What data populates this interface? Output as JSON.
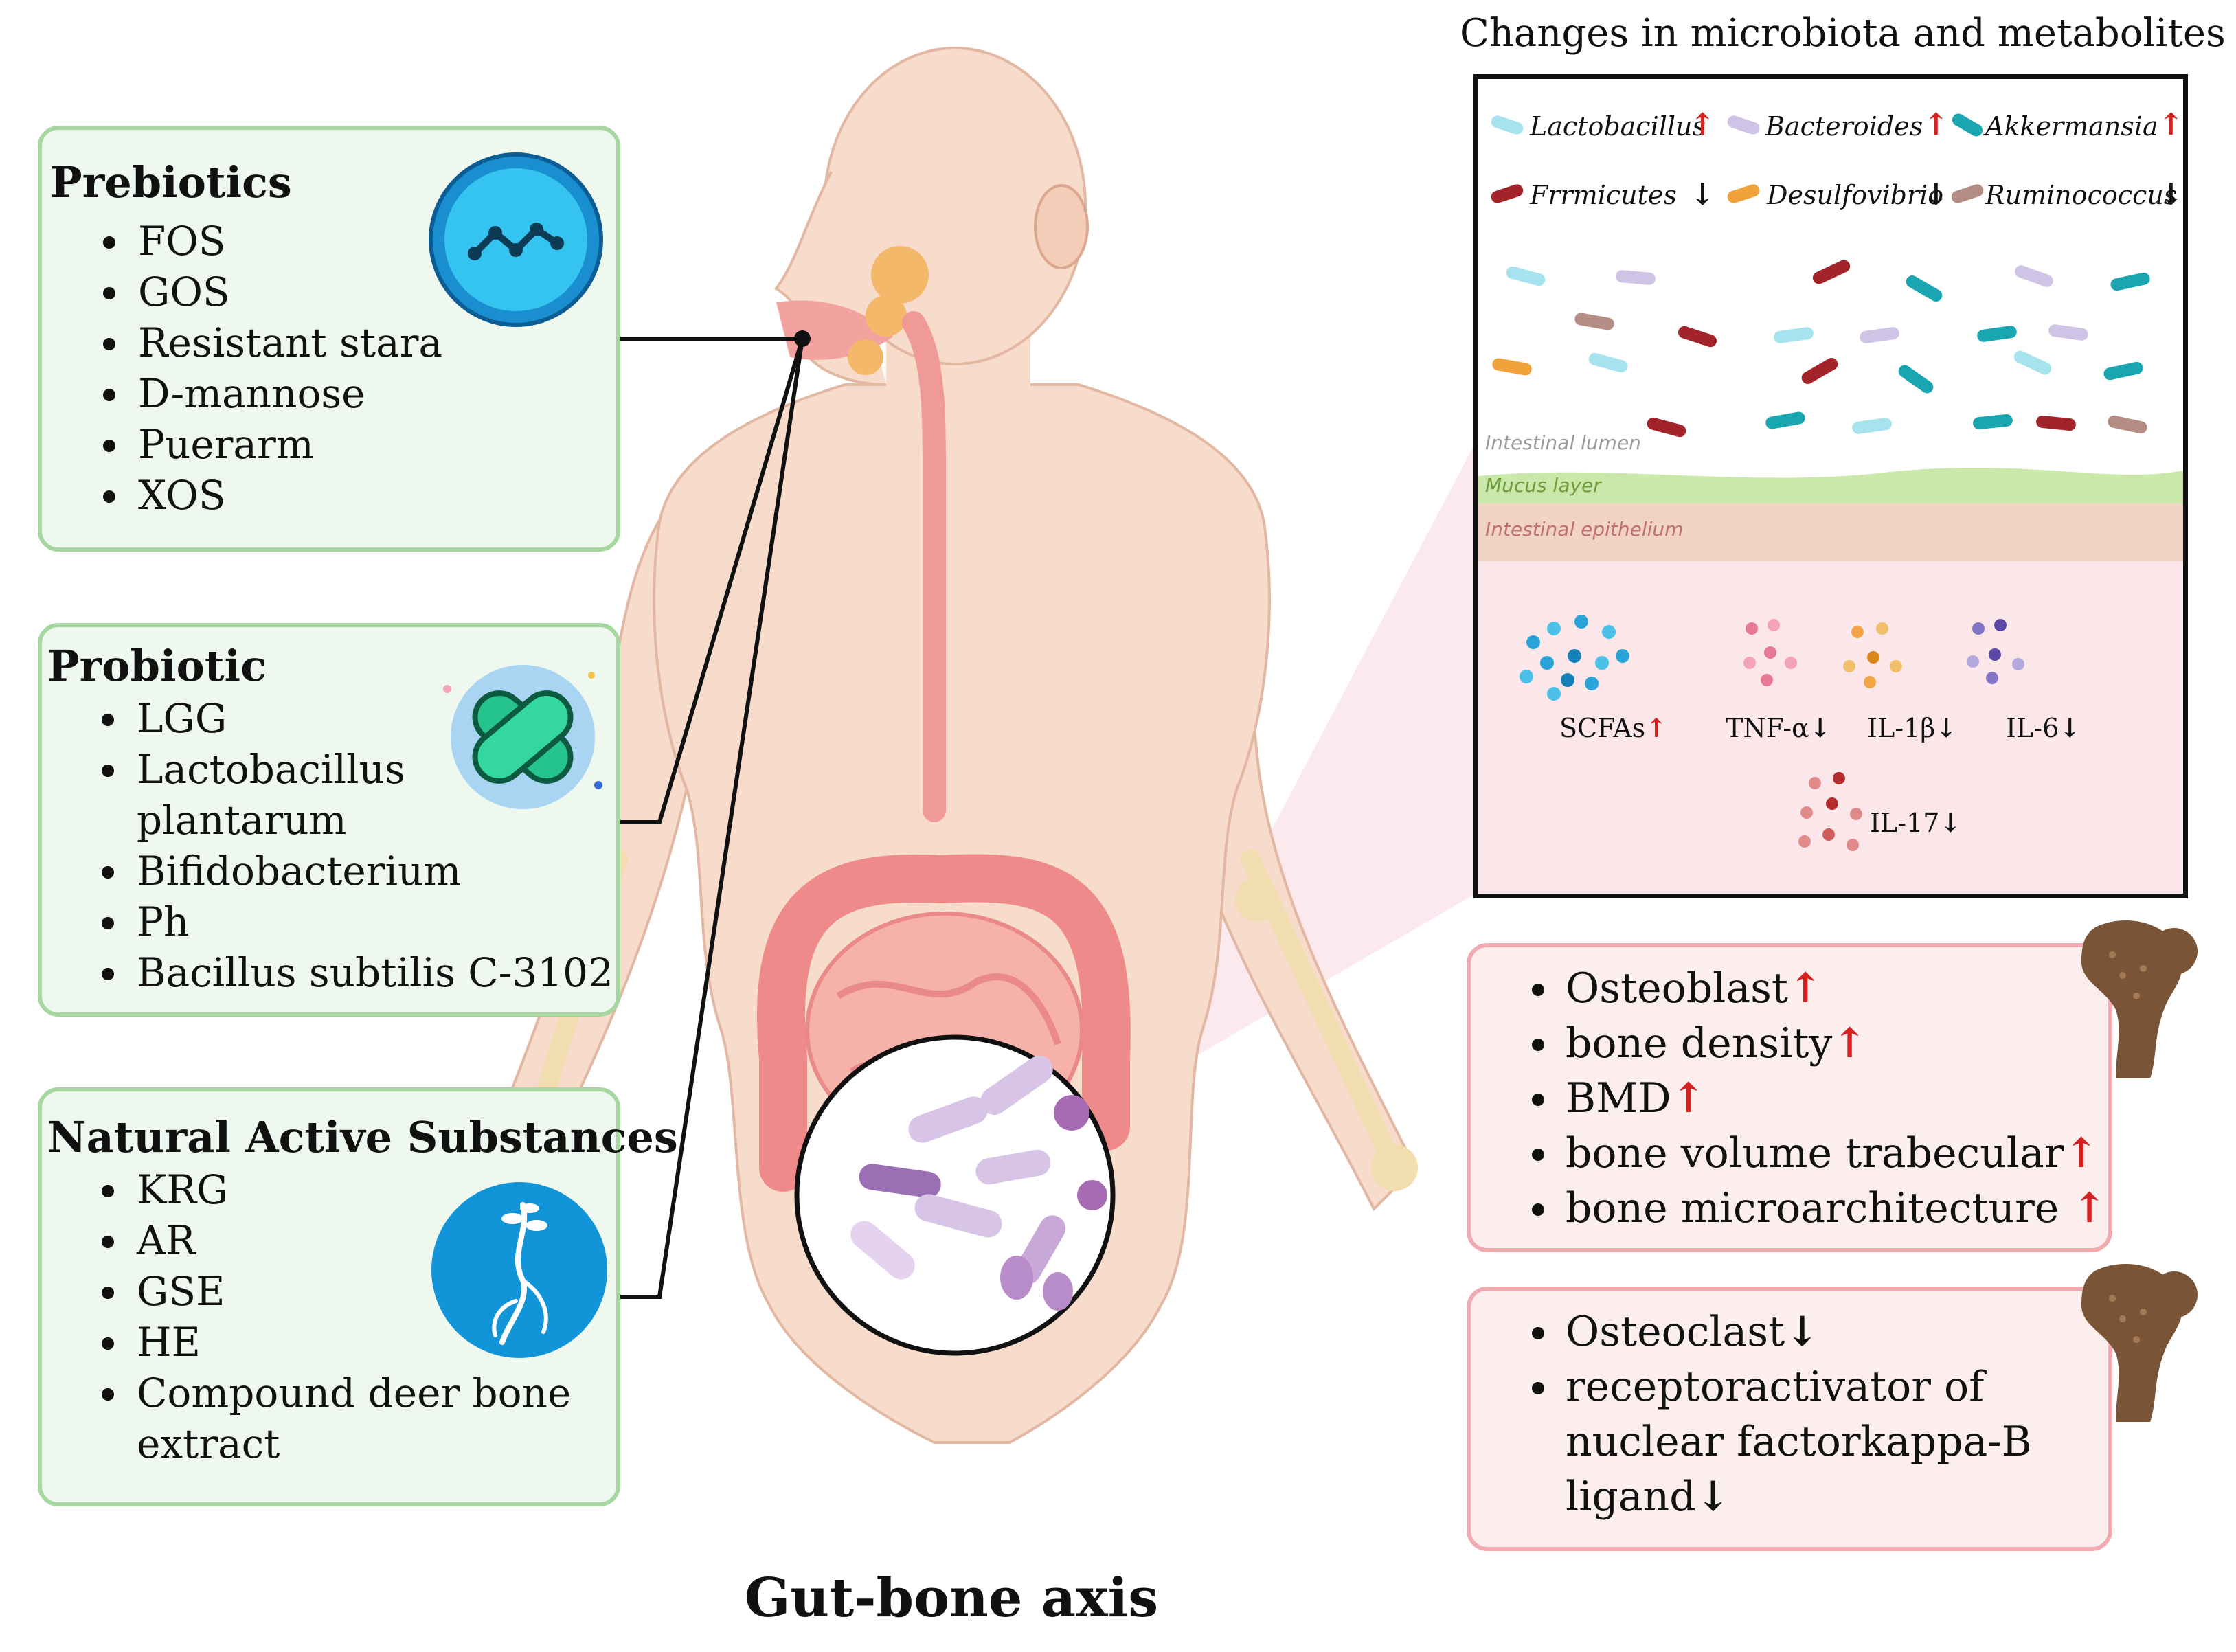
{
  "footer_title": "Gut-bone axis",
  "prebiotics": {
    "title": "Prebiotics",
    "items": [
      "FOS",
      "GOS",
      "Resistant stara",
      "D-mannose",
      "Puerarm",
      "XOS"
    ]
  },
  "probiotic": {
    "title": "Probiotic",
    "items": [
      "LGG",
      "Lactobacillus plantarum",
      "Bifidobacterium",
      "Ph",
      "Bacillus subtilis C-3102"
    ]
  },
  "natural": {
    "title": "Natural Active Substances",
    "items": [
      "KRG",
      "AR",
      "GSE",
      "HE",
      "Compound deer bone extract"
    ]
  },
  "panel": {
    "title": "Changes in microbiota and metabolites",
    "legend": [
      {
        "name": "Lactobacillus",
        "dir": "up",
        "color": "#a6e3ee"
      },
      {
        "name": "Bacteroides",
        "dir": "up",
        "color": "#cfc3e6"
      },
      {
        "name": "Akkermansia",
        "dir": "up",
        "color": "#1aa6b0"
      },
      {
        "name": "Frrmicutes",
        "dir": "down",
        "color": "#a3232b"
      },
      {
        "name": "Desulfovibrio",
        "dir": "down",
        "color": "#f2a23a"
      },
      {
        "name": "Ruminococcus",
        "dir": "down",
        "color": "#b38c83"
      }
    ],
    "lumen_label": "Intestinal lumen",
    "mucus_label": "Mucus layer",
    "epithelium_label": "Intestinal epithelium",
    "metabolites": [
      {
        "name": "SCFAs",
        "dir": "up"
      },
      {
        "name": "TNF-α",
        "dir": "down"
      },
      {
        "name": "IL-1β",
        "dir": "down"
      },
      {
        "name": "IL-6",
        "dir": "down"
      },
      {
        "name": "IL-17",
        "dir": "down"
      }
    ]
  },
  "bone_up": {
    "items": [
      {
        "text": "Osteoblast",
        "dir": "up"
      },
      {
        "text": "bone density",
        "dir": "up"
      },
      {
        "text": "BMD",
        "dir": "up"
      },
      {
        "text": "bone volume trabecular",
        "dir": "up"
      },
      {
        "text": "bone microarchitecture",
        "dir": "up"
      }
    ]
  },
  "bone_down": {
    "items": [
      {
        "text": "Osteoclast",
        "dir": "down"
      },
      {
        "text": "receptoractivator of nuclear factorkappa-B ligand",
        "dir": "down"
      }
    ]
  },
  "arrows": {
    "up": "↑",
    "down": "↓"
  },
  "colors": {
    "green_border": "#a7d7a1",
    "green_fill": "#eef8ee",
    "pink_border": "#f1aab0",
    "pink_fill": "#fdeeee",
    "up_arrow": "#d62020"
  }
}
